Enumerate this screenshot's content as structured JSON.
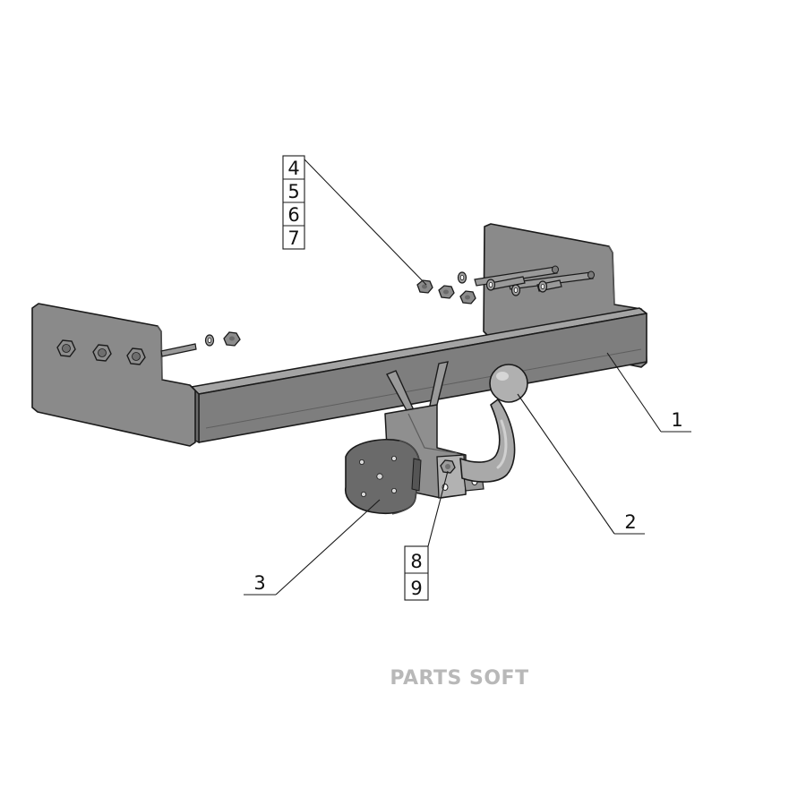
{
  "diagram": {
    "colors": {
      "steel_fill": "#858585",
      "steel_dark": "#5f5f5f",
      "steel_light": "#a6a6a6",
      "outline": "#1a1a1a",
      "ball": "#b0b0b0",
      "socket": "#6a6a6a",
      "watermark": "#b8b8b8"
    },
    "callouts": {
      "part_1": "1",
      "part_2": "2",
      "part_3": "3",
      "part_4": "4",
      "part_5": "5",
      "part_6": "6",
      "part_7": "7",
      "part_8": "8",
      "part_9": "9"
    },
    "watermark": "PARTS SOFT"
  }
}
